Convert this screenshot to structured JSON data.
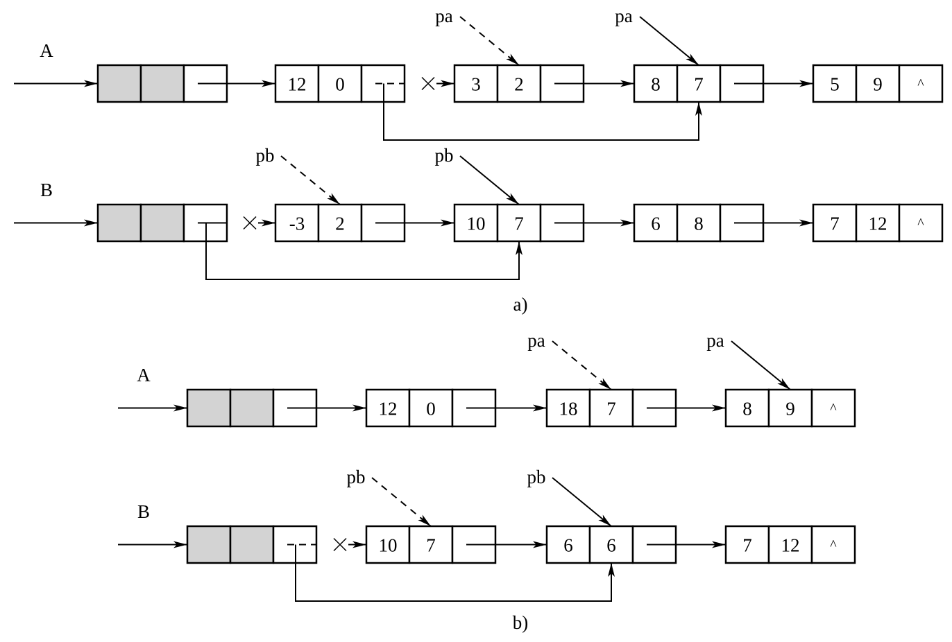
{
  "title": "Polynomial addition of linked lists A and B",
  "colors": {
    "stroke": "#000000",
    "head_fill": "#d3d3d3",
    "background": "#ffffff"
  },
  "null_symbol": "^",
  "cross_symbol": "×",
  "panels": [
    {
      "caption": "a)",
      "lists": [
        {
          "name": "A",
          "nodes": [
            [
              "12",
              "0"
            ],
            [
              "3",
              "2"
            ],
            [
              "8",
              "7"
            ],
            [
              "5",
              "9"
            ]
          ],
          "cut_link": {
            "from_node": 1,
            "to_node": 2
          },
          "bypass": {
            "from_node": 1,
            "to_node": 3
          },
          "pointers": [
            {
              "label": "pa",
              "node": 2,
              "style": "dashed"
            },
            {
              "label": "pa",
              "node": 3,
              "style": "solid"
            }
          ]
        },
        {
          "name": "B",
          "nodes": [
            [
              "-3",
              "2"
            ],
            [
              "10",
              "7"
            ],
            [
              "6",
              "8"
            ],
            [
              "7",
              "12"
            ]
          ],
          "cut_link": {
            "from_node": 0,
            "to_node": 1
          },
          "bypass": {
            "from_node": 0,
            "to_node": 2
          },
          "pointers": [
            {
              "label": "pb",
              "node": 1,
              "style": "dashed"
            },
            {
              "label": "pb",
              "node": 2,
              "style": "solid"
            }
          ]
        }
      ]
    },
    {
      "caption": "b)",
      "lists": [
        {
          "name": "A",
          "nodes": [
            [
              "12",
              "0"
            ],
            [
              "18",
              "7"
            ],
            [
              "8",
              "9"
            ]
          ],
          "cut_link": null,
          "bypass": null,
          "pointers": [
            {
              "label": "pa",
              "node": 2,
              "style": "dashed"
            },
            {
              "label": "pa",
              "node": 3,
              "style": "solid"
            }
          ]
        },
        {
          "name": "B",
          "nodes": [
            [
              "10",
              "7"
            ],
            [
              "6",
              "6"
            ],
            [
              "7",
              "12"
            ]
          ],
          "cut_link": {
            "from_node": 0,
            "to_node": 1
          },
          "bypass": {
            "from_node": 0,
            "to_node": 2
          },
          "pointers": [
            {
              "label": "pb",
              "node": 1,
              "style": "dashed"
            },
            {
              "label": "pb",
              "node": 2,
              "style": "solid"
            }
          ]
        }
      ]
    }
  ]
}
